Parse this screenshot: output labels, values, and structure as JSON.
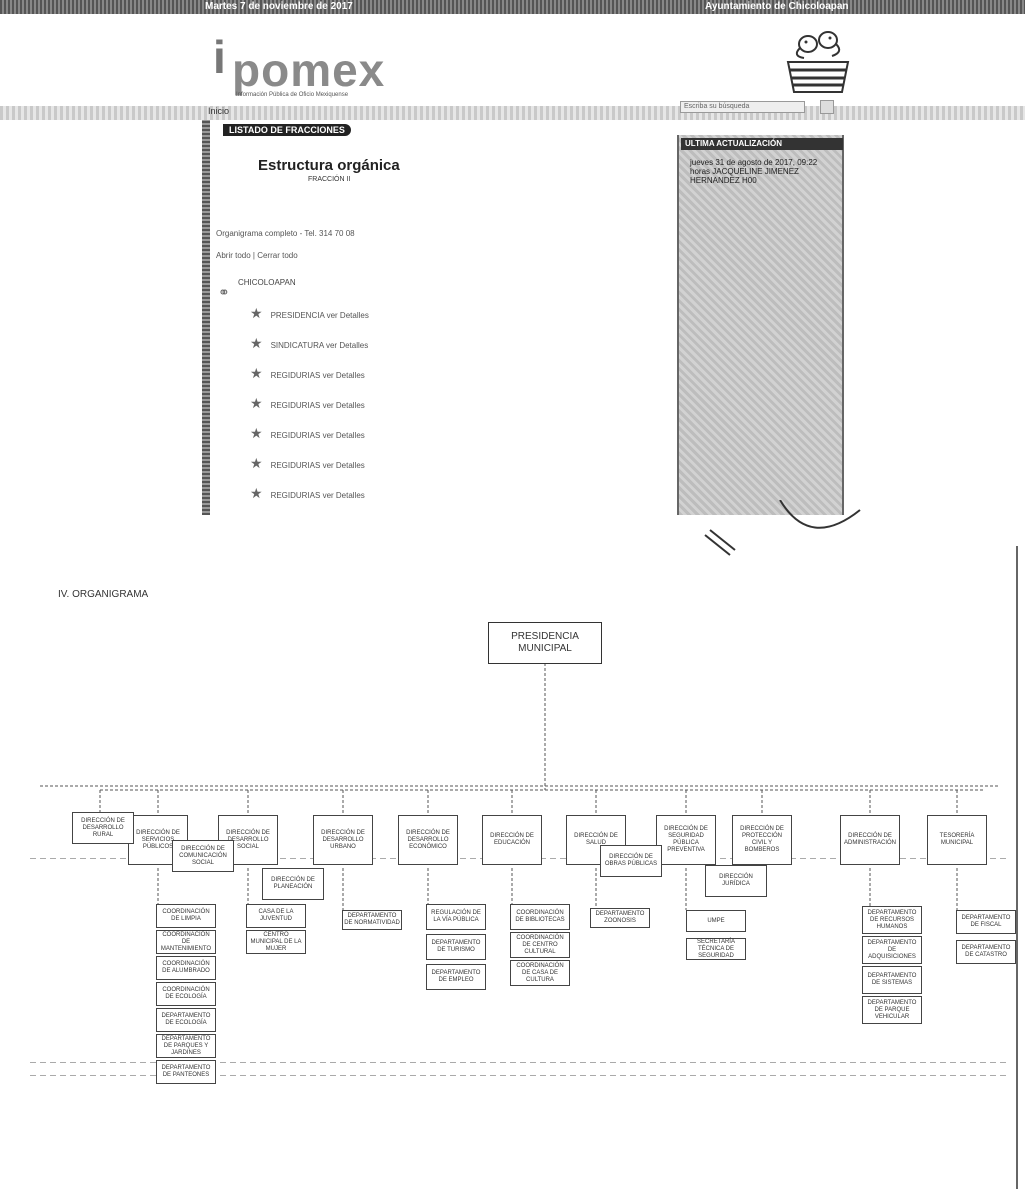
{
  "topbar": {
    "date": "Martes 7 de noviembre de 2017",
    "org": "Ayuntamiento de Chicoloapan"
  },
  "header": {
    "logo_i": "i",
    "logo": "pomex",
    "logo_sub": "Información Pública de Oficio Mexiquense",
    "search_placeholder": "Escriba su búsqueda",
    "home": "Inicio"
  },
  "left": {
    "section": "LISTADO DE FRACCIONES",
    "title": "Estructura orgánica",
    "subtitle": "FRACCIÓN II",
    "contact": "Organigrama completo - Tel. 314 70 08",
    "expand": "Abrir todo | Cerrar todo",
    "root": "CHICOLOAPAN",
    "items": [
      "PRESIDENCIA ver Detalles",
      "SINDICATURA ver Detalles",
      "REGIDURIAS ver Detalles",
      "REGIDURIAS ver Detalles",
      "REGIDURIAS ver Detalles",
      "REGIDURIAS ver Detalles",
      "REGIDURIAS ver Detalles"
    ]
  },
  "right": {
    "title": "ULTIMA ACTUALIZACIÓN",
    "text": "jueves 31 de agosto de 2017, 09:22 horas JACQUELINE JIMENEZ HERNANDEZ H00"
  },
  "org": {
    "heading": "IV. ORGANIGRAMA",
    "top": "PRESIDENCIA MUNICIPAL",
    "dirs": [
      "DIRECCIÓN DE SERVICIOS PÚBLICOS",
      "DIRECCIÓN DE DESARROLLO SOCIAL",
      "DIRECCIÓN DE DESARROLLO URBANO",
      "DIRECCIÓN DE DESARROLLO ECONÓMICO",
      "DIRECCIÓN DE EDUCACIÓN",
      "DIRECCIÓN DE SALUD",
      "DIRECCIÓN DE SEGURIDAD PÚBLICA PREVENTIVA",
      "DIRECCIÓN DE PROTECCIÓN CIVIL Y BOMBEROS",
      "DIRECCIÓN DE ADMINISTRACIÓN",
      "TESORERÍA MUNICIPAL"
    ],
    "side": [
      "DIRECCIÓN DE DESARROLLO RURAL",
      "DIRECCIÓN DE COMUNICACIÓN SOCIAL",
      "DIRECCIÓN DE PLANEACIÓN",
      "DIRECCIÓN DE OBRAS PÚBLICAS",
      "DIRECCIÓN JURÍDICA"
    ],
    "sub_servicios": [
      "COORDINACIÓN DE LIMPIA",
      "COORDINACIÓN DE MANTENIMIENTO",
      "COORDINACIÓN DE ALUMBRADO",
      "COORDINACIÓN DE ECOLOGÍA",
      "DEPARTAMENTO DE ECOLOGÍA",
      "DEPARTAMENTO DE PARQUES Y JARDINES",
      "DEPARTAMENTO DE PANTEONES"
    ],
    "sub_social": [
      "CASA DE LA JUVENTUD",
      "CENTRO MUNICIPAL DE LA MUJER"
    ],
    "sub_urbano": [
      "DEPARTAMENTO DE NORMATIVIDAD"
    ],
    "sub_economico": [
      "REGULACIÓN DE LA VÍA PÚBLICA",
      "DEPARTAMENTO DE TURISMO",
      "DEPARTAMENTO DE EMPLEO"
    ],
    "sub_educacion": [
      "COORDINACIÓN DE BIBLIOTECAS",
      "COORDINACIÓN DE CENTRO CULTURAL",
      "COORDINACIÓN DE CASA DE CULTURA"
    ],
    "sub_salud": [
      "DEPARTAMENTO ZOONOSIS"
    ],
    "sub_seguridad": [
      "UMPE",
      "SECRETARÍA TÉCNICA DE SEGURIDAD"
    ],
    "sub_admin": [
      "DEPARTAMENTO DE RECURSOS HUMANOS",
      "DEPARTAMENTO DE ADQUISICIONES",
      "DEPARTAMENTO DE SISTEMAS",
      "DEPARTAMENTO DE PARQUE VEHICULAR"
    ],
    "sub_tesoreria": [
      "DEPARTAMENTO DE FISCAL",
      "DEPARTAMENTO DE CATASTRO"
    ]
  }
}
